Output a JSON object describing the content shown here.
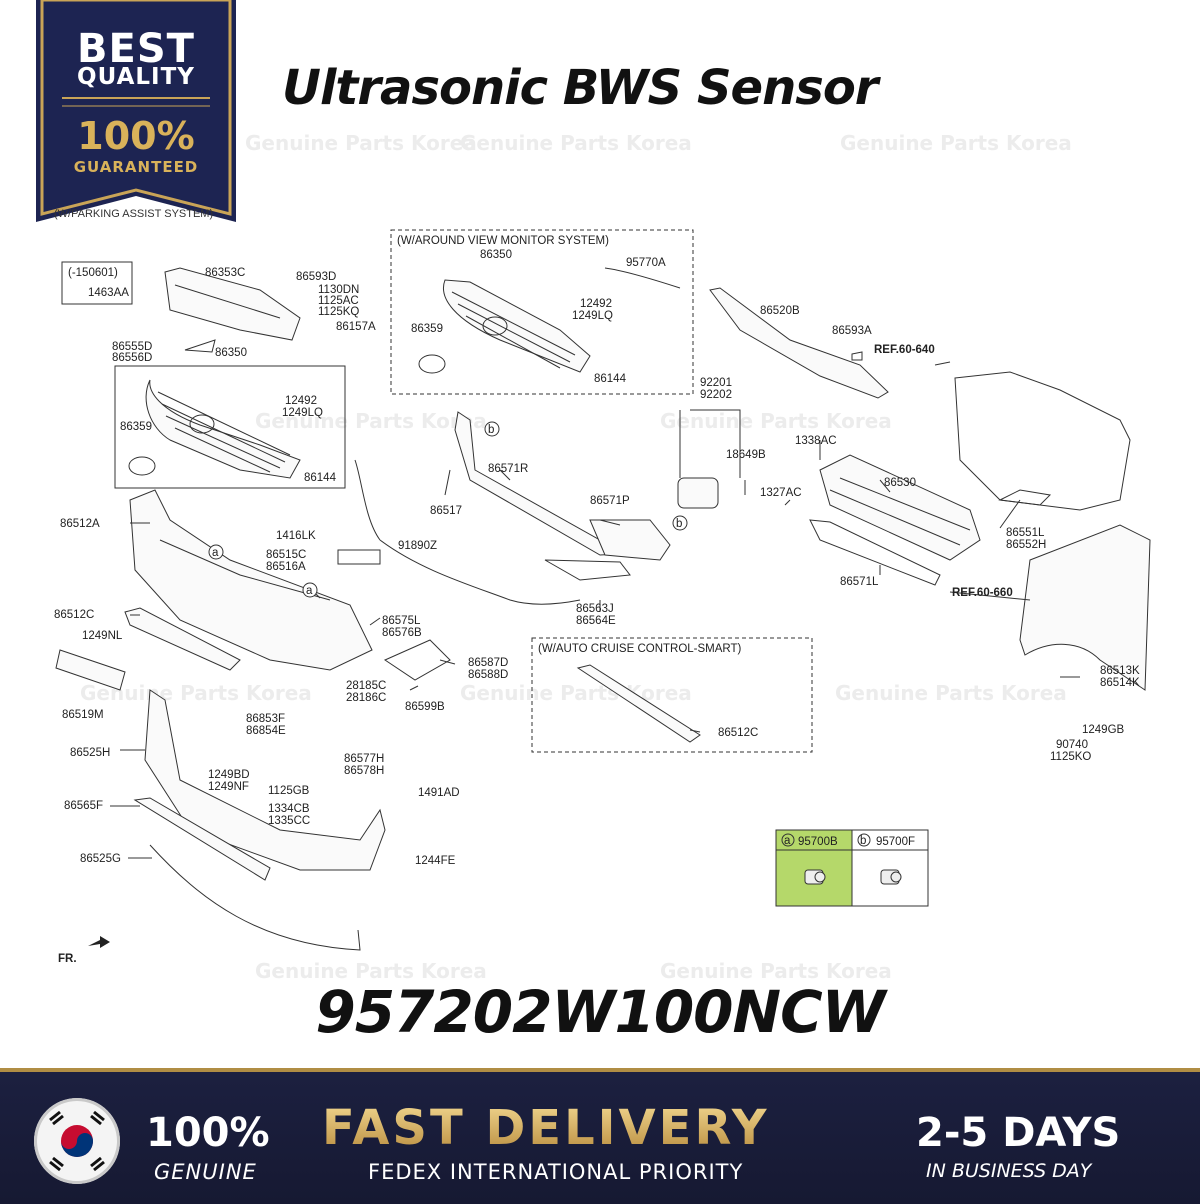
{
  "badge": {
    "line1": "BEST",
    "line2": "QUALITY",
    "line3": "100%",
    "line4": "GUARANTEED"
  },
  "title": "Ultrasonic BWS Sensor",
  "note": "(W/PARKING ASSIST SYSTEM)",
  "part_number": "957202W100NCW",
  "watermark": "Genuine Parts Korea",
  "labels": {
    "l150601": "(-150601)",
    "l1463AA": "1463AA",
    "l86353C": "86353C",
    "l86593D": "86593D",
    "l1130DN": "1130DN",
    "l1125AC": "1125AC",
    "l1125KQ": "1125KQ",
    "l86157A": "86157A",
    "l86555D": "86555D",
    "l86556D": "86556D",
    "l86350a": "86350",
    "l12492a": "12492",
    "l1249LQa": "1249LQ",
    "l86359a": "86359",
    "l86144a": "86144",
    "avm_title": "(W/AROUND VIEW MONITOR SYSTEM)",
    "l86350b": "86350",
    "l95770A": "95770A",
    "l12492b": "12492",
    "l1249LQb": "1249LQ",
    "l86359b": "86359",
    "l86144b": "86144",
    "l86520B": "86520B",
    "l86593A": "86593A",
    "ref640": "REF.60-640",
    "l92201": "92201",
    "l92202": "92202",
    "l1338AC": "1338AC",
    "l18649B": "18649B",
    "l86530": "86530",
    "l1327AC": "1327AC",
    "l86551L": "86551L",
    "l86552H": "86552H",
    "l86571L": "86571L",
    "ref660": "REF.60-660",
    "l86571R": "86571R",
    "l86517": "86517",
    "l86571P": "86571P",
    "l86512A": "86512A",
    "l1416LK": "1416LK",
    "l86515C": "86515C",
    "l86516A": "86516A",
    "l91890Z": "91890Z",
    "l86563J": "86563J",
    "l86564E": "86564E",
    "l86512Ca": "86512C",
    "l1249NL": "1249NL",
    "l86575L": "86575L",
    "l86576B": "86576B",
    "l86587D": "86587D",
    "l86588D": "86588D",
    "l28185C": "28185C",
    "l28186C": "28186C",
    "l86599B": "86599B",
    "l86519M": "86519M",
    "l86853F": "86853F",
    "l86854E": "86854E",
    "acc_title": "(W/AUTO CRUISE CONTROL-SMART)",
    "l86512Cb": "86512C",
    "l86513K": "86513K",
    "l86514K": "86514K",
    "l1249GB": "1249GB",
    "l90740": "90740",
    "l1125KO": "1125KO",
    "l86525H": "86525H",
    "l1249BD": "1249BD",
    "l1249NF": "1249NF",
    "l1125GB": "1125GB",
    "l86577H": "86577H",
    "l86578H": "86578H",
    "l1491AD": "1491AD",
    "l1334CB": "1334CB",
    "l1335CC": "1335CC",
    "l86565F": "86565F",
    "l1244FE": "1244FE",
    "l86525G": "86525G",
    "fr": "FR.",
    "mark_a": "a",
    "mark_b": "b"
  },
  "sensor_table": {
    "col_a": {
      "mark": "a",
      "part": "95700B",
      "highlight_color": "#b5d86a"
    },
    "col_b": {
      "mark": "b",
      "part": "95700F"
    }
  },
  "banner": {
    "genuine_pct": "100%",
    "genuine_label": "GENUINE",
    "fast_delivery": "FAST DELIVERY",
    "fedex": "FEDEX INTERNATIONAL PRIORITY",
    "days": "2-5 DAYS",
    "business": "IN BUSINESS DAY"
  }
}
